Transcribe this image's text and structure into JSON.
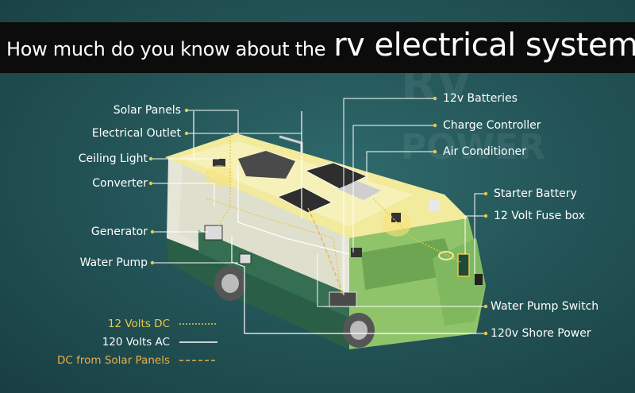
{
  "title": {
    "prefix": "How much do you know about the",
    "emphasis": "rv electrical system"
  },
  "watermark": "RV POWER",
  "labels_left": [
    {
      "id": "solar-panels",
      "text": "Solar Panels"
    },
    {
      "id": "electrical-outlet",
      "text": "Electrical Outlet"
    },
    {
      "id": "ceiling-light",
      "text": "Ceiling Light"
    },
    {
      "id": "converter",
      "text": "Converter"
    },
    {
      "id": "generator",
      "text": "Generator"
    },
    {
      "id": "water-pump",
      "text": "Water Pump"
    }
  ],
  "labels_right": [
    {
      "id": "12v-batteries",
      "text": "12v Batteries"
    },
    {
      "id": "charge-controller",
      "text": "Charge Controller"
    },
    {
      "id": "air-conditioner",
      "text": "Air Conditioner"
    },
    {
      "id": "starter-battery",
      "text": "Starter Battery"
    },
    {
      "id": "12-volt-fuse-box",
      "text": "12 Volt Fuse box"
    },
    {
      "id": "water-pump-switch",
      "text": "Water Pump Switch"
    },
    {
      "id": "120v-shore-power",
      "text": "120v Shore Power"
    }
  ],
  "legend": [
    {
      "id": "12-volts-dc",
      "text": "12 Volts DC",
      "color": "#e8c84a",
      "style": "dotted"
    },
    {
      "id": "120-volts-ac",
      "text": "120 Volts AC",
      "color": "#ffffff",
      "style": "solid"
    },
    {
      "id": "dc-from-solar-panels",
      "text": "DC from Solar Panels",
      "color": "#e8b04a",
      "style": "dashed"
    }
  ],
  "colors": {
    "accent_yellow": "#e8c84a",
    "body_green": "#8fc46a",
    "interior_green": "#2e6b4e",
    "roof_cream": "#f2ea9c"
  }
}
